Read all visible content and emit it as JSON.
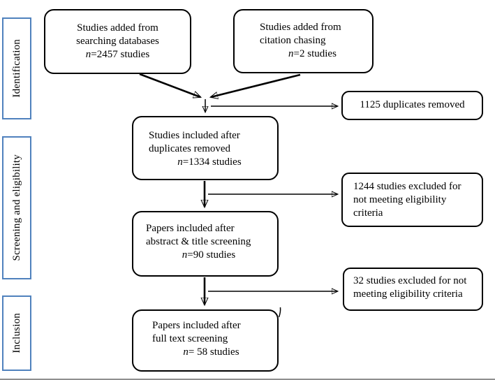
{
  "sidebar": {
    "items": [
      {
        "label": "Identification"
      },
      {
        "label": "Screening and eligibility"
      },
      {
        "label": "Inclusion"
      }
    ]
  },
  "flow": {
    "databases_box": {
      "lines": [
        "Studies added from",
        "searching databases",
        "n=2457 studies"
      ]
    },
    "citation_box": {
      "lines": [
        "Studies added from",
        "citation chasing",
        "n=2 studies"
      ]
    },
    "duplicates_removed_note": {
      "lines": [
        "1125 duplicates removed"
      ]
    },
    "after_duplicates_box": {
      "lines": [
        "Studies included after",
        "duplicates removed",
        "n=1334 studies"
      ]
    },
    "eligibility_excluded_note": {
      "lines": [
        "1244 studies excluded for",
        "not meeting eligibility",
        "criteria"
      ]
    },
    "abstract_screening_box": {
      "lines": [
        "Papers included after",
        "abstract & title screening",
        "n=90 studies"
      ]
    },
    "fulltext_excluded_note": {
      "lines": [
        "32 studies excluded for not",
        "meeting eligibility criteria"
      ]
    },
    "full_text_box": {
      "lines": [
        "Papers included after",
        "full text screening",
        "n= 58 studies"
      ]
    }
  },
  "colors": {
    "stage_border": "#4f81bd",
    "box_border": "#000000",
    "arrow_color": "#000000",
    "page_bottom_rule": "#8f8f8f"
  }
}
